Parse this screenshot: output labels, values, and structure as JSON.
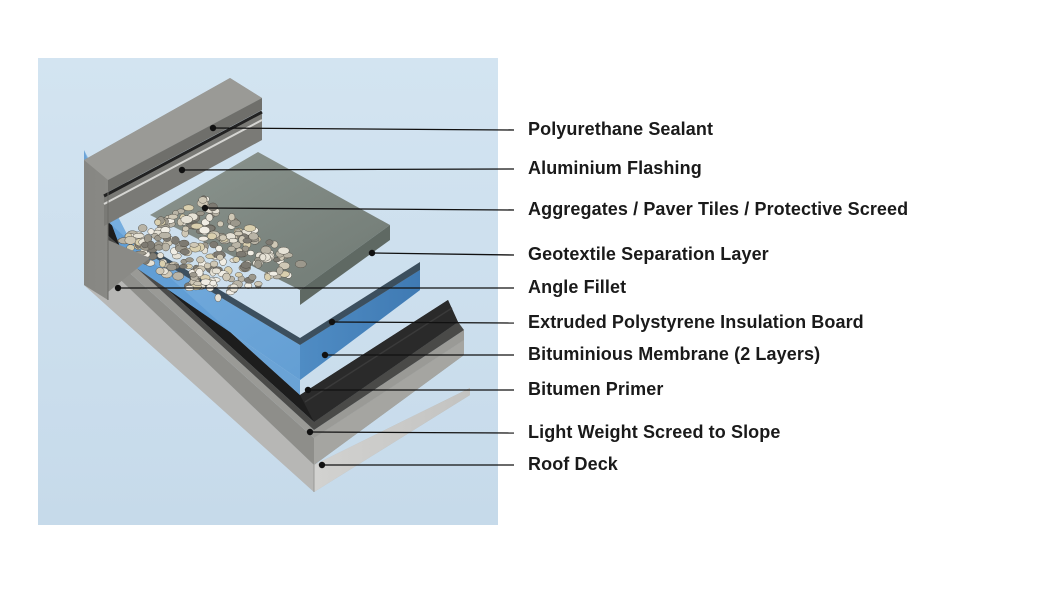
{
  "colors": {
    "panel_background": "#d6e6f2",
    "concrete": "#8c8c88",
    "insulation": "#6fa8dc",
    "membrane": "#1b1b1b",
    "leader_line": "#111111"
  },
  "layers": [
    {
      "label": "Polyurethane Sealant"
    },
    {
      "label": "Aluminium Flashing"
    },
    {
      "label": "Aggregates / Paver Tiles / Protective Screed"
    },
    {
      "label": "Geotextile Separation Layer"
    },
    {
      "label": "Angle Fillet"
    },
    {
      "label": "Extruded Polystyrene Insulation Board"
    },
    {
      "label": "Bituminious Membrane (2 Layers)"
    },
    {
      "label": "Bitumen Primer"
    },
    {
      "label": "Light Weight Screed to Slope"
    },
    {
      "label": "Roof Deck"
    }
  ]
}
